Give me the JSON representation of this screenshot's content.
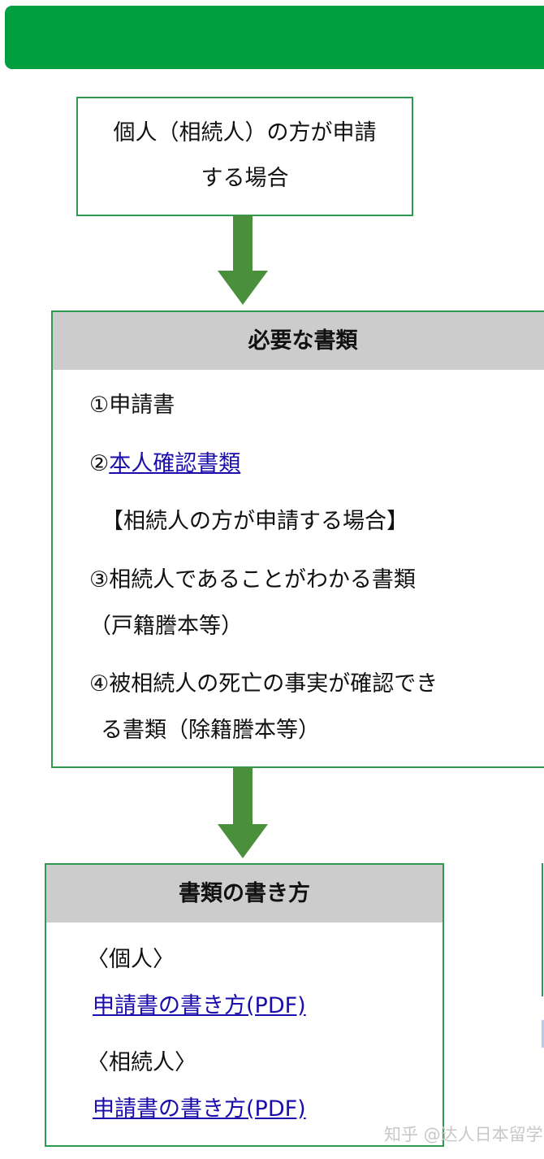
{
  "colors": {
    "banner": "#00a040",
    "border": "#2e9a50",
    "arrow": "#4a8f3c",
    "header_bg": "#cccccc",
    "link": "#1a0dab"
  },
  "step1": {
    "line1": "個人（相続人）の方が申請",
    "line2": "する場合"
  },
  "required_docs": {
    "title": "必要な書類",
    "item1": "①申請書",
    "item2_prefix": "②",
    "item2_link": "本人確認書類",
    "note": "【相続人の方が申請する場合】",
    "item3_line1": "③相続人であることがわかる書類",
    "item3_line2": "（戸籍謄本等）",
    "item4_line1": "④被相続人の死亡の事実が確認でき",
    "item4_line2": "る書類（除籍謄本等）"
  },
  "how_to_write": {
    "title": "書類の書き方",
    "individual_label": "〈個人〉",
    "individual_link": "申請書の書き方(PDF)",
    "heir_label": "〈相続人〉",
    "heir_link": "申請書の書き方(PDF)"
  },
  "watermark": "知乎 @达人日本留学"
}
